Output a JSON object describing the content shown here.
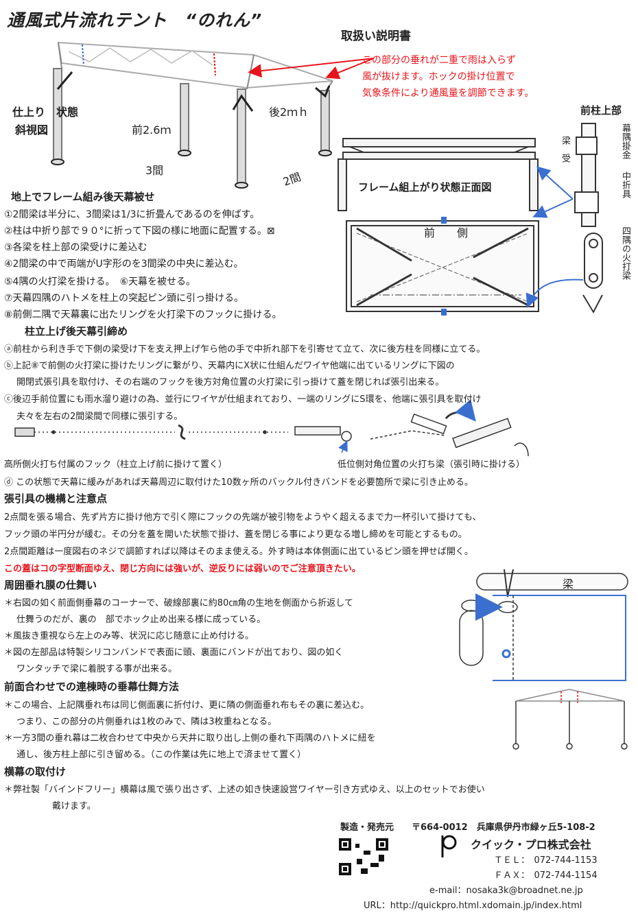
{
  "header": {
    "title": "通風式片流れテント　“のれん”",
    "subtitle": "取扱い説明書"
  },
  "top_note": {
    "lines": [
      "この部分の垂れが二重で雨は入らず",
      "風が抜けます。ホックの掛け位置で",
      "気象条件により通風量を調節できます。"
    ]
  },
  "diagram_labels": {
    "finished": "仕上り　状態",
    "perspective": "斜視図",
    "front_dim": "前2.6ｍ",
    "rear_dim": "後2ｍｈ",
    "span3": "3間",
    "span2": "2間",
    "front_pillar_top": "前柱上部",
    "beam_receiver": "梁　受",
    "curtain_hook": "幕隅掛金",
    "mid_fold": "中折具",
    "corner_brace": "四隅の火打梁",
    "frame_front_view": "フレーム組上がり状態正面図",
    "front_side": "前　　側",
    "high_hook": "高所側火打ち付属のフック（柱立上げ前に掛けて置く）",
    "low_brace": "低位側対角位置の火打ち梁（張引時に掛ける）",
    "beam": "梁"
  },
  "section1": {
    "heading": "地上でフレーム組み後天幕被せ",
    "items": [
      "①2間梁は半分に、3間梁は1/3に折畳んであるのを伸ばす。",
      "②柱は中折り部で９０°に折って下図の様に地面に配置する。⊠",
      "③各梁を柱上部の梁受けに差込む",
      "④2間梁の中で両端がU字形のを3間梁の中央に差込む。",
      "⑤4隅の火打梁を掛ける。　⑥天幕を被せる。",
      "⑦天幕四隅のハトメを柱上の突起ピン頭に引っ掛ける。",
      "⑧前側二隅で天幕裏に出たリングを火打梁下のフックに掛ける。"
    ]
  },
  "section2": {
    "heading": "柱立上げ後天幕引締め",
    "items": [
      "ⓐ前柱から利き手で下側の梁受け下を支え押上げ乍ら他の手で中折れ部下を引寄せて立て、次に後方柱を同様に立てる。",
      "ⓑ上記⑧で前側の火打梁に掛けたリングに繋がり、天幕内にX状に仕組んだワイヤ他端に出ているリングに下図の",
      "開閉式張引具を取付け、その右端のフックを後方対角位置の火打梁に引っ掛けて蓋を閉じれば張引出来る。",
      "ⓒ後辺手前位置にも雨水溜り避けの為、並行にワイヤが仕組まれており、一端のリングにS環を、他端に張引具を取付け",
      "夫々を左右の2間梁間で同様に張引する。",
      "ⓓ この状態で天幕に緩みがあれば天幕周辺に取付けた10数ヶ所のバックル付きバンドを必要箇所で梁に引き止める。"
    ]
  },
  "section3": {
    "heading": "張引具の機構と注意点",
    "lines": [
      "2点間を張る場合、先ず片方に掛け他方で引く際にフックの先端が被引物をようやく超えるまで力一杯引いて掛けても、",
      "フック頭の半円分が緩む。その分を蓋を開いた状態で掛け、蓋を閉じる事により更なる増し締めを可能とするもの。",
      "2点間距離は一度図右のネジで調節すれば以降はそのまま使える。外す時は本体側面に出ているピン頭を押せば開く。"
    ],
    "warning": "この蓋はコの字型断面ゆえ、閉じ方向には強いが、逆反りには弱いのでご注意頂きたい。"
  },
  "section4": {
    "heading": "周囲垂れ膜の仕舞い",
    "lines": [
      "＊右図の如く前面側垂幕のコーナーで、破線部裏に約80㎝角の生地を側面から折返して",
      "仕舞うのだが、裏の　部でホック止め出来る様に成っている。",
      "＊風抜き重視なら左上のみ等、状況に応じ随意に止め付ける。",
      "＊図の左部品は特製シリコンバンドで表面に頭、裏面にバンドが出ており、図の如く",
      "ワンタッチで梁に着脱する事が出来る。"
    ]
  },
  "section5": {
    "heading": "前面合わせでの連棟時の垂幕仕舞方法",
    "lines": [
      "＊この場合、上記隅垂れ布は同じ側面裏に折付け、更に隣の側面垂れ布もその裏に差込む。",
      "つまり、この部分の片側垂れは1枚のみで、隣は3枚重ねとなる。",
      "＊一方3間の垂れ幕は二枚合わせて中央から天井に取り出し上側の垂れ下両隅のハトメに紐を",
      "通し、後方柱上部に引き留める。（この作業は先に地上で済ませて置く）"
    ]
  },
  "section6": {
    "heading": "横幕の取付け",
    "lines": [
      "＊弊社製「バインドフリー」横幕は風で張り出さず、上述の如き快速設営ワイヤー引き方式ゆえ、以上のセットでお使い",
      "戴けます。"
    ]
  },
  "footer": {
    "maker_label": "製造・発売元",
    "address": "〒664-0012　兵庫県伊丹市緑ヶ丘5-108-2",
    "company": "クイック・プロ株式会社",
    "tel": "ＴＥＬ：　072-744-1153",
    "fax": "ＦＡＸ：　072-744-1154",
    "email": "e-mail：nosaka3k@broadnet.ne.jp",
    "url": "URL：http://quickpro.html.xdomain.jp/index.html"
  },
  "colors": {
    "accent_red": "#e8141b",
    "accent_blue": "#3a6fd0"
  }
}
